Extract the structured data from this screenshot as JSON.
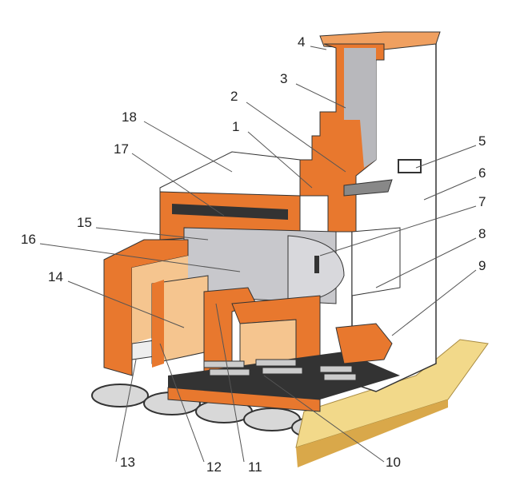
{
  "diagram": {
    "labels": [
      "1",
      "2",
      "3",
      "4",
      "5",
      "6",
      "7",
      "8",
      "9",
      "10",
      "11",
      "12",
      "13",
      "14",
      "15",
      "16",
      "17",
      "18"
    ]
  },
  "colors": {
    "brick": "#e8782e",
    "brick_dark": "#c85a1a",
    "inner": "#f5c58f",
    "white": "#ffffff",
    "grey": "#b8b8bc",
    "dark": "#333333",
    "base": "#f2d98a"
  }
}
